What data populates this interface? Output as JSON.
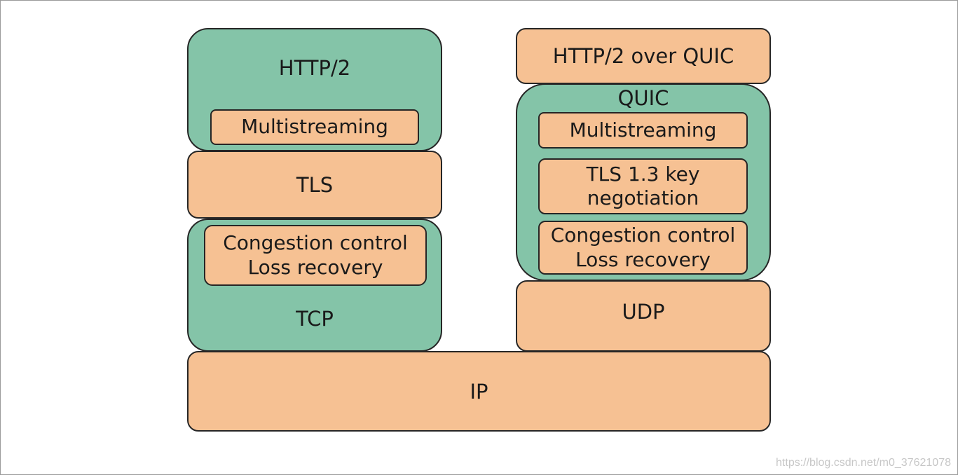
{
  "left_stack": {
    "http2": {
      "title": "HTTP/2",
      "multistreaming": "Multistreaming"
    },
    "tls": "TLS",
    "tcp": {
      "title": "TCP",
      "congestion": "Congestion control",
      "loss": "Loss recovery"
    }
  },
  "right_stack": {
    "http2_over_quic": "HTTP/2 over QUIC",
    "quic": {
      "title": "QUIC",
      "multistreaming": "Multistreaming",
      "tls_line1": "TLS 1.3 key",
      "tls_line2": "negotiation",
      "congestion": "Congestion control",
      "loss": "Loss recovery"
    },
    "udp": "UDP"
  },
  "ip": "IP",
  "watermark": "https://blog.csdn.net/m0_37621078",
  "colors": {
    "green": "#84c4a8",
    "orange": "#f6c193",
    "border": "#262626"
  }
}
